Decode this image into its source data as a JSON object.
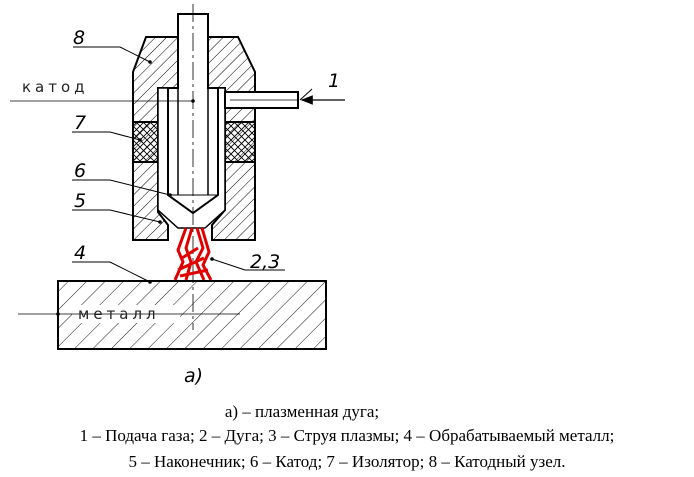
{
  "figure": {
    "labels": {
      "n8": "8",
      "n1": "1",
      "n7": "7",
      "n6": "6",
      "n5": "5",
      "n4": "4",
      "n23": "2,3",
      "cathode": "катод",
      "metal": "металл",
      "part": "а)"
    },
    "colors": {
      "ink": "#000000",
      "arc": "#e00000",
      "hatch": "#000000"
    }
  },
  "caption": {
    "title": "а) – плазменная дуга;",
    "line1": "1 – Подача газа; 2 – Дуга; 3 – Струя плазмы; 4 – Обрабатываемый металл;",
    "line2": "5 – Наконечник; 6 – Катод; 7 – Изолятор; 8 – Катодный узел."
  }
}
